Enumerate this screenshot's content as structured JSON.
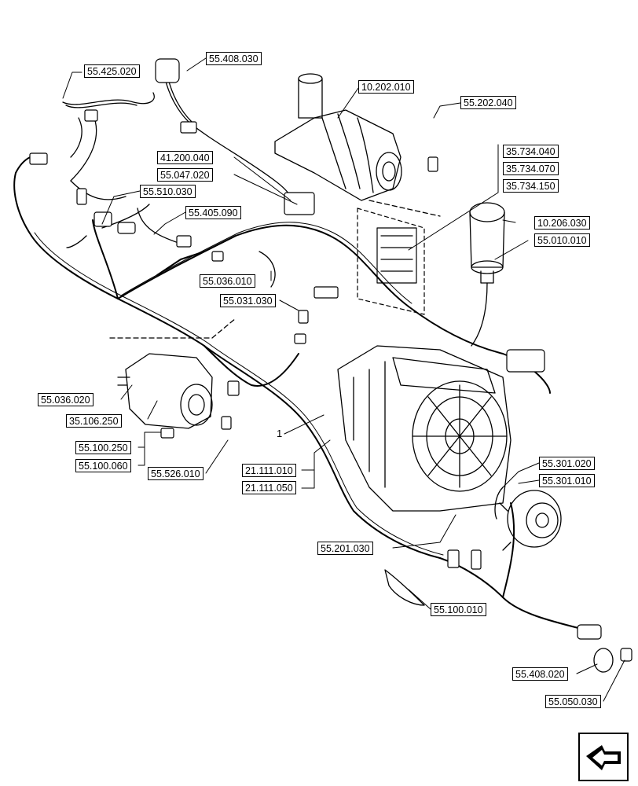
{
  "diagram": {
    "callout_number": "1",
    "refs": {
      "r55_425_020": "55.425.020",
      "r55_408_030": "55.408.030",
      "r10_202_010": "10.202.010",
      "r55_202_040": "55.202.040",
      "r35_734_040": "35.734.040",
      "r35_734_070": "35.734.070",
      "r35_734_150": "35.734.150",
      "r41_200_040": "41.200.040",
      "r55_047_020": "55.047.020",
      "r55_510_030": "55.510.030",
      "r55_405_090": "55.405.090",
      "r10_206_030": "10.206.030",
      "r55_010_010": "55.010.010",
      "r55_036_010": "55.036.010",
      "r55_031_030": "55.031.030",
      "r55_036_020": "55.036.020",
      "r35_106_250": "35.106.250",
      "r55_100_250": "55.100.250",
      "r55_100_060": "55.100.060",
      "r55_526_010": "55.526.010",
      "r21_111_010": "21.111.010",
      "r21_111_050": "21.111.050",
      "r55_301_020": "55.301.020",
      "r55_301_010": "55.301.010",
      "r55_201_030": "55.201.030",
      "r55_100_010": "55.100.010",
      "r55_408_020": "55.408.020",
      "r55_050_030": "55.050.030"
    }
  }
}
